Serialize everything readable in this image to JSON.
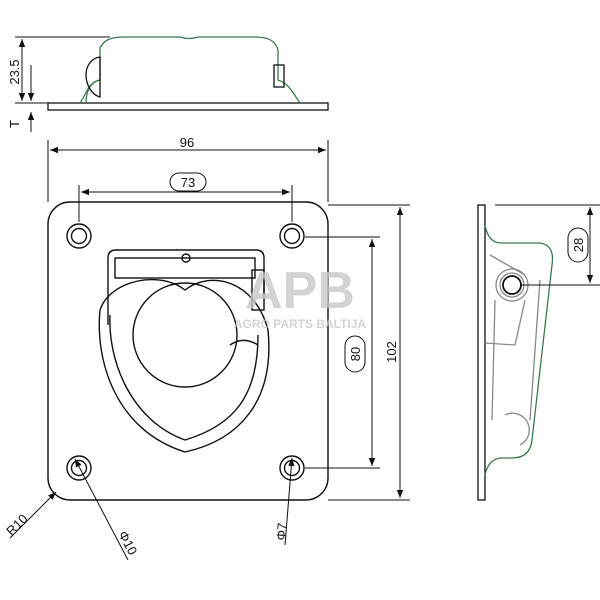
{
  "drawing": {
    "colors": {
      "line": "#111111",
      "body_outline": "#3a7a4a",
      "hidden": "#888888",
      "watermark": "#cccccc"
    },
    "front_view_dimensions": {
      "height": "23.5",
      "thickness": "T"
    },
    "top_view_dimensions": {
      "overall_width": "96",
      "hole_spacing_x": "73",
      "hole_spacing_y": "80",
      "overall_height": "102",
      "corner_radius": "R10",
      "hole_diameter_large": "Φ10",
      "hole_diameter_small": "Φ7"
    },
    "side_view_dimensions": {
      "pivot_offset": "28"
    },
    "watermark": {
      "logo": "APB",
      "text": "AGRO PARTS BALTIJA"
    }
  }
}
